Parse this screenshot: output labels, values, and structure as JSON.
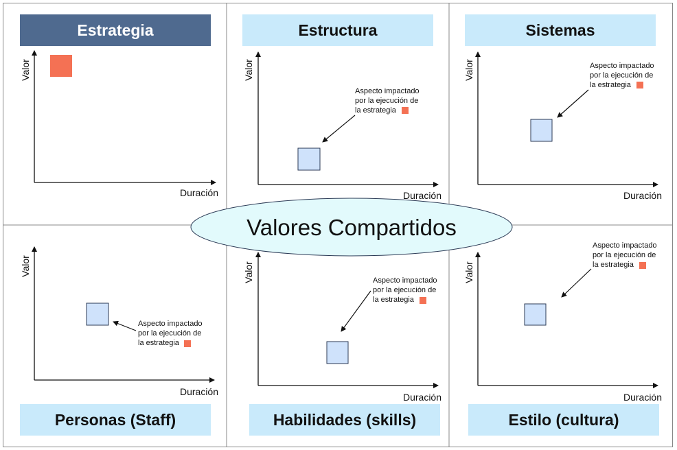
{
  "center": {
    "label": "Valores Compartidos"
  },
  "axis": {
    "x_label": "Duración",
    "y_label": "Valor"
  },
  "callout": {
    "lines": [
      "Aspecto impactado",
      "por la ejecución de",
      "la estrategia"
    ]
  },
  "colors": {
    "dark_header": "#4f6a8f",
    "light_header": "#c9eafb",
    "marker": "#f47154",
    "box_fill": "#cfe2fb",
    "box_stroke": "#2b3a55",
    "ellipse_fill": "#e2fafc"
  },
  "panels": [
    {
      "title": "Estrategia",
      "header_style": "dark",
      "callout": false
    },
    {
      "title": "Estructura",
      "header_style": "light",
      "callout": true
    },
    {
      "title": "Sistemas",
      "header_style": "light",
      "callout": true
    },
    {
      "title": "Personas (Staff)",
      "header_style": "light",
      "callout": true
    },
    {
      "title": "Habilidades (skills)",
      "header_style": "light",
      "callout": true
    },
    {
      "title": "Estilo (cultura)",
      "header_style": "light",
      "callout": true
    }
  ]
}
